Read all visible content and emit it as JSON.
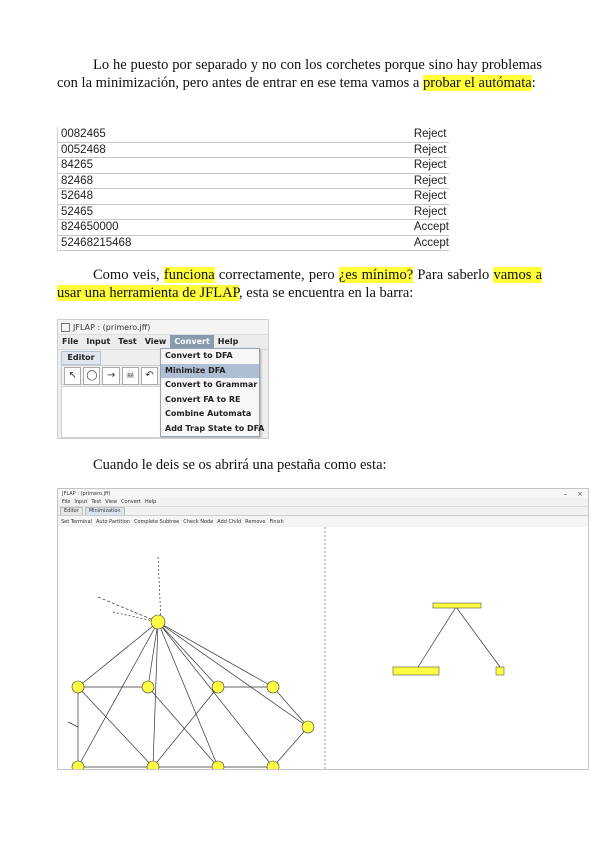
{
  "para1": {
    "text_plain": "Lo he puesto por separado y no con los corchetes porque sino hay problemas con la minimización, pero antes de entrar en ese tema vamos a ",
    "text_highlight": "probar el autómata",
    "text_end": ":"
  },
  "results": [
    {
      "input": "0082465",
      "result": "Reject"
    },
    {
      "input": "0052468",
      "result": "Reject"
    },
    {
      "input": "84265",
      "result": "Reject"
    },
    {
      "input": "82468",
      "result": "Reject"
    },
    {
      "input": "52648",
      "result": "Reject"
    },
    {
      "input": "52465",
      "result": "Reject"
    },
    {
      "input": "824650000",
      "result": "Accept"
    },
    {
      "input": "52468215468",
      "result": "Accept"
    }
  ],
  "para2": {
    "a": "Como veis, ",
    "b_hl": "funciona",
    "c": " correctamente, pero ",
    "d_hl": "¿es mínimo?",
    "e": " Para saberlo ",
    "f_hl": "vamos a usar una herramienta de JFLAP",
    "g": ", esta se encuentra en la barra:"
  },
  "jflap_small": {
    "title": "JFLAP : (primero.jff)",
    "menus": [
      "File",
      "Input",
      "Test",
      "View",
      "Convert",
      "Help"
    ],
    "active_menu": "Convert",
    "tab": "Editor",
    "dropdown": [
      "Convert to DFA",
      "Minimize DFA",
      "Convert to Grammar",
      "Convert FA to RE",
      "Combine Automata",
      "Add Trap State to DFA"
    ],
    "selected_item": "Minimize DFA"
  },
  "para3": "Cuando le deis se os abrirá una pestaña como esta:",
  "jflap_big": {
    "title": "JFLAP : (primero.jff)",
    "menus": [
      "File",
      "Input",
      "Test",
      "View",
      "Convert",
      "Help"
    ],
    "tabs": [
      "Editor",
      "Minimization"
    ],
    "toolbar": [
      "Set Terminal",
      "Auto Partition",
      "Complete Subtree",
      "Check Node",
      "Add Child",
      "Remove",
      "Finish"
    ],
    "win_controls": [
      "–",
      "×"
    ]
  },
  "colors": {
    "highlight": "#ffff3a",
    "state_fill": "#ffff44",
    "menu_active": "#8a9bb0"
  }
}
